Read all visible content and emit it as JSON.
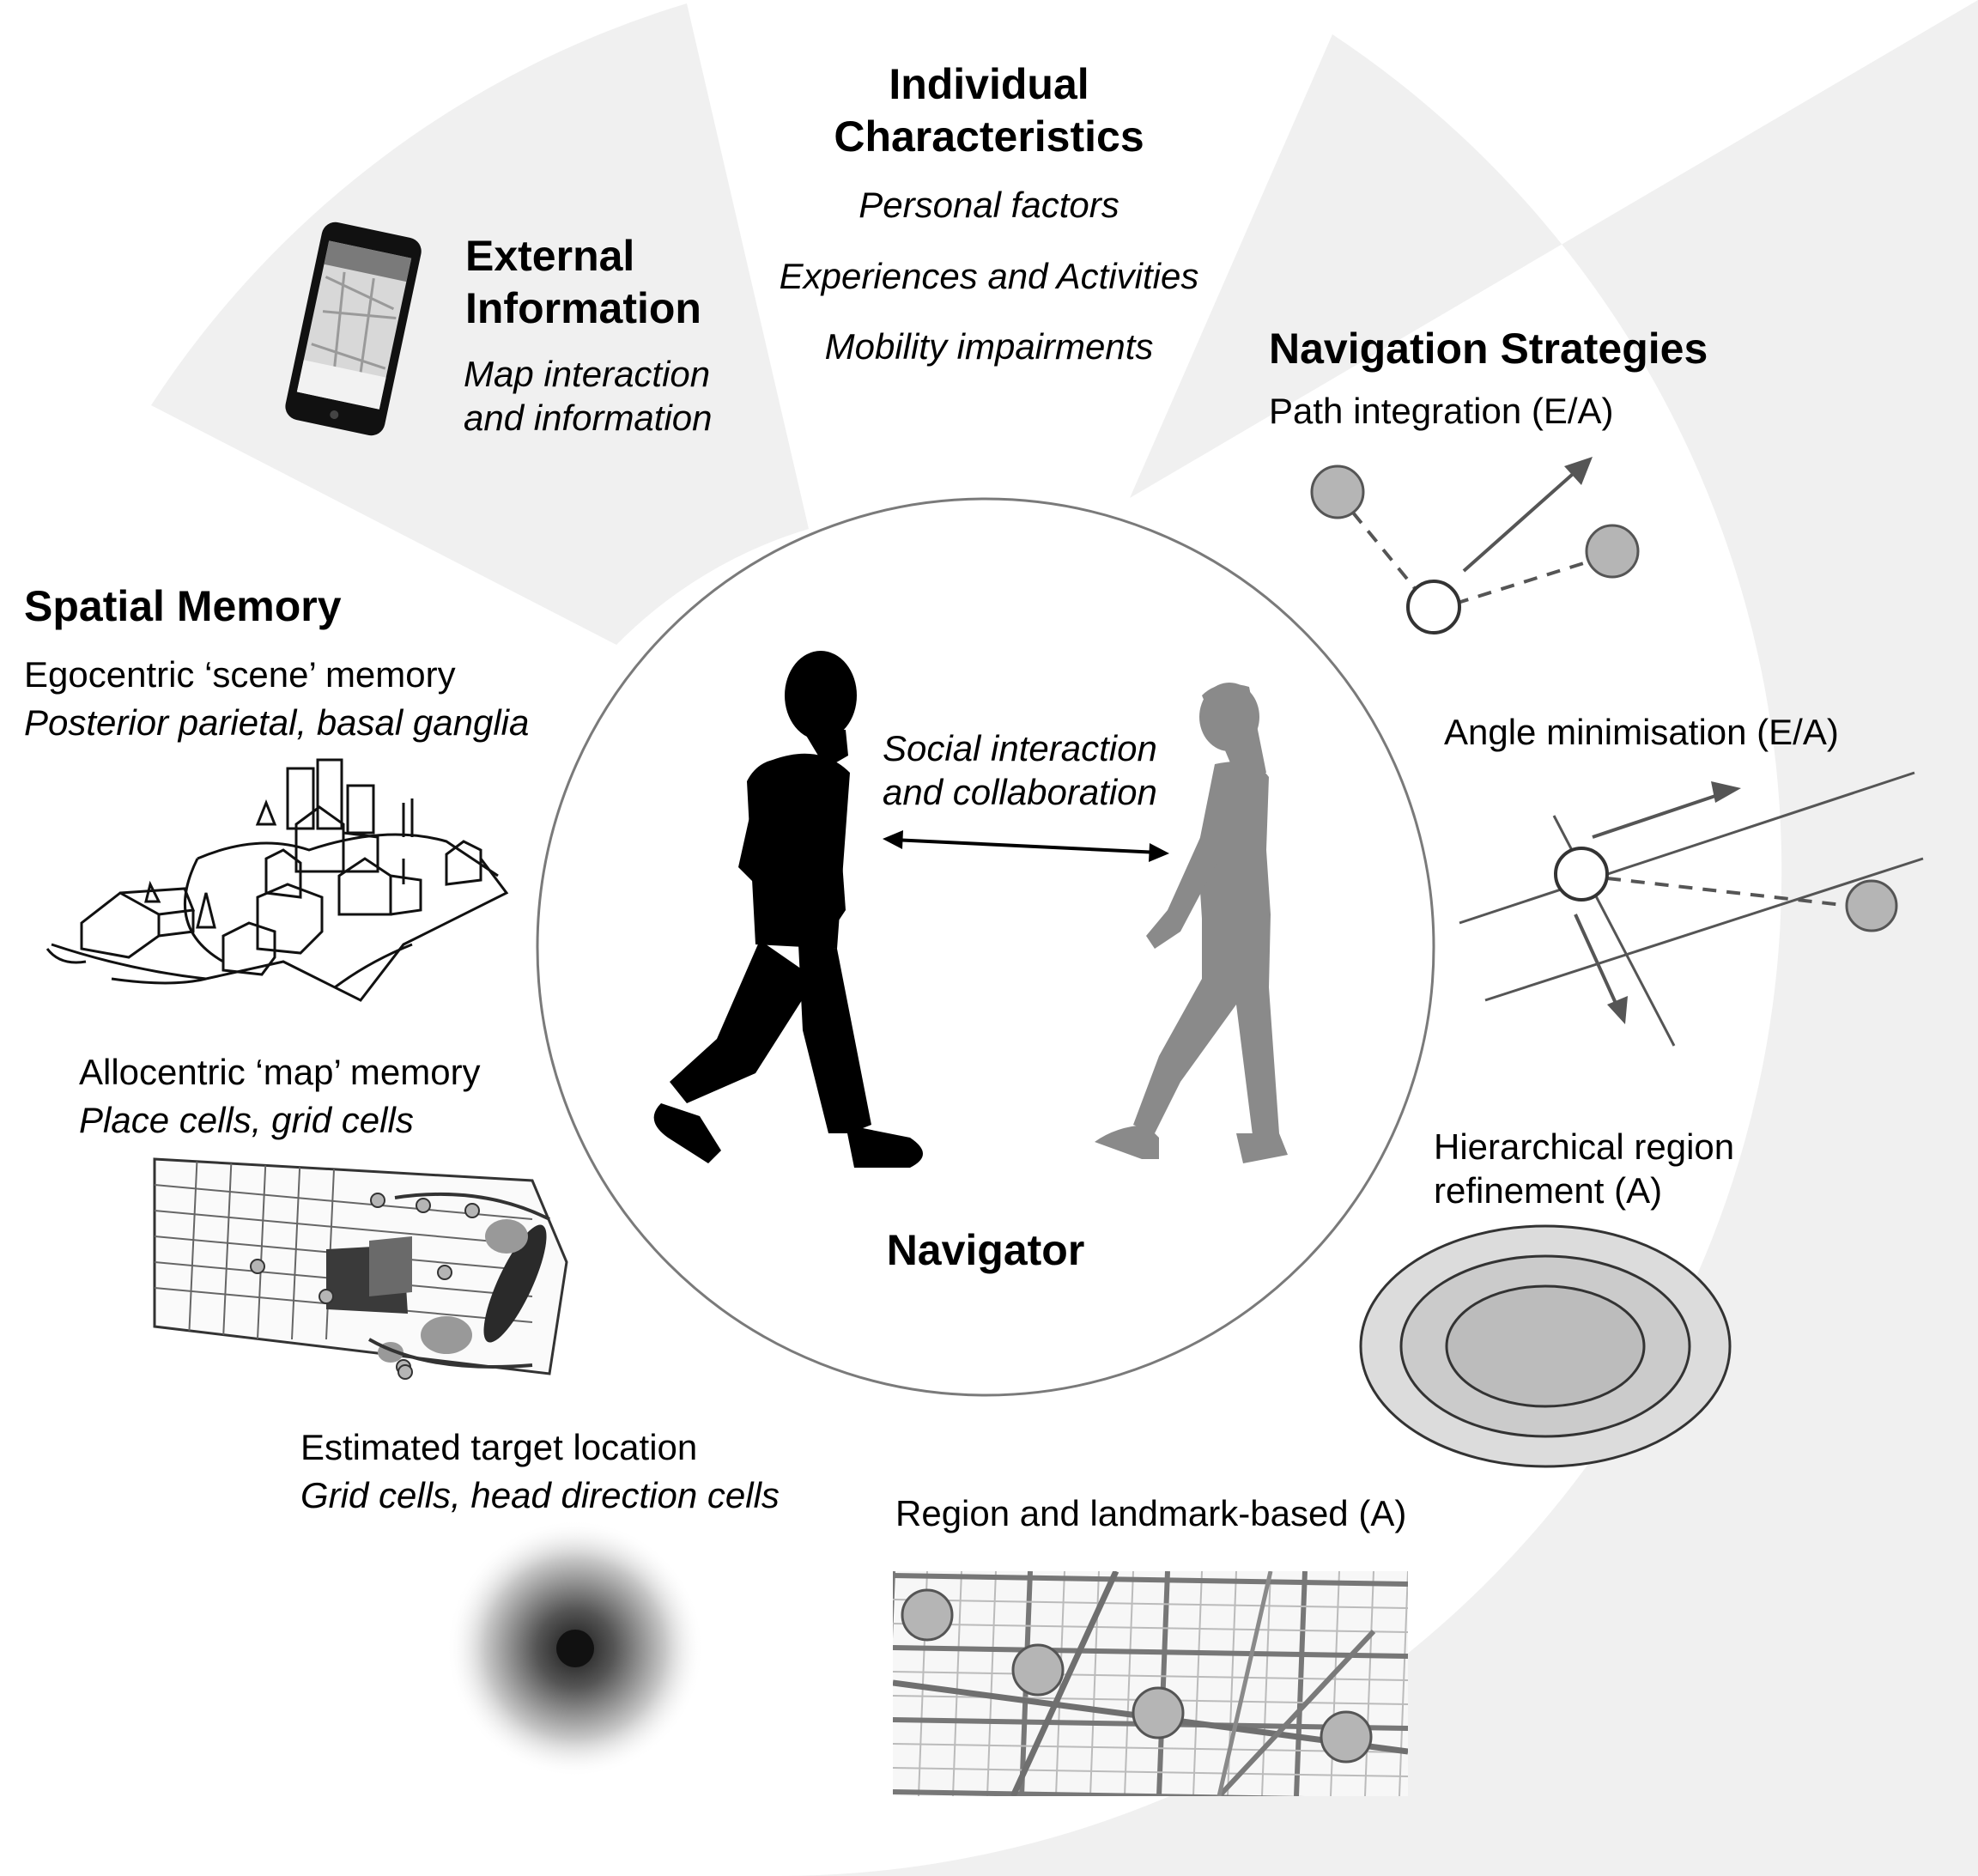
{
  "individual": {
    "title_line1": "Individual",
    "title_line2": "Characteristics",
    "items": [
      "Personal factors",
      "Experiences and Activities",
      "Mobility impairments"
    ]
  },
  "external": {
    "title_line1": "External",
    "title_line2": "Information",
    "sub_line1": "Map interaction",
    "sub_line2": "and information"
  },
  "spatial": {
    "title": "Spatial Memory",
    "ego_label": "Egocentric ‘scene’ memory",
    "ego_sub": "Posterior parietal, basal ganglia",
    "allo_label": "Allocentric ‘map’ memory",
    "allo_sub": "Place cells, grid cells",
    "target_label": "Estimated target location",
    "target_sub": "Grid cells, head direction cells"
  },
  "navigation": {
    "title": "Navigation Strategies",
    "path": "Path integration (E/A)",
    "angle": "Angle minimisation (E/A)",
    "hier_line1": "Hierarchical region",
    "hier_line2": "refinement (A)",
    "region": "Region and landmark-based (A)"
  },
  "center": {
    "social_line1": "Social interaction",
    "social_line2": "and collaboration",
    "navigator": "Navigator"
  },
  "colors": {
    "sector_fill": "#f0f0f0",
    "node_gray": "#b5b5b5",
    "woman_gray": "#8a8a8a",
    "circle_stroke": "#7a7a7a"
  }
}
